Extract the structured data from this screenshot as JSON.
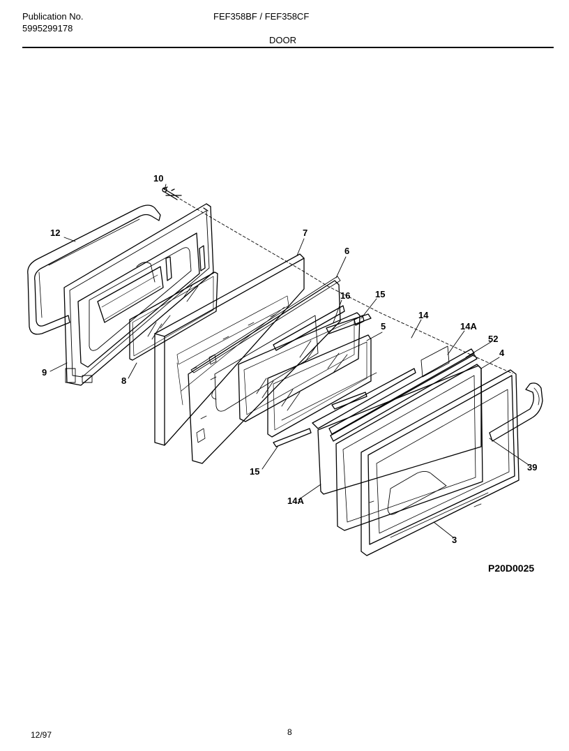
{
  "header": {
    "publication_label": "Publication No.",
    "publication_number": "5995299178",
    "model": "FEF358BF / FEF358CF",
    "section": "DOOR"
  },
  "figure_code": "P20D0025",
  "footer": {
    "date": "12/97",
    "page": "8"
  },
  "callouts": {
    "c10": "10",
    "c12": "12",
    "c7": "7",
    "c6": "6",
    "c16": "16",
    "c15a": "15",
    "c5": "5",
    "c14": "14",
    "c14a_top": "14A",
    "c52": "52",
    "c4": "4",
    "c9": "9",
    "c8": "8",
    "c15b": "15",
    "c39": "39",
    "c14a_bottom": "14A",
    "c3": "3"
  }
}
